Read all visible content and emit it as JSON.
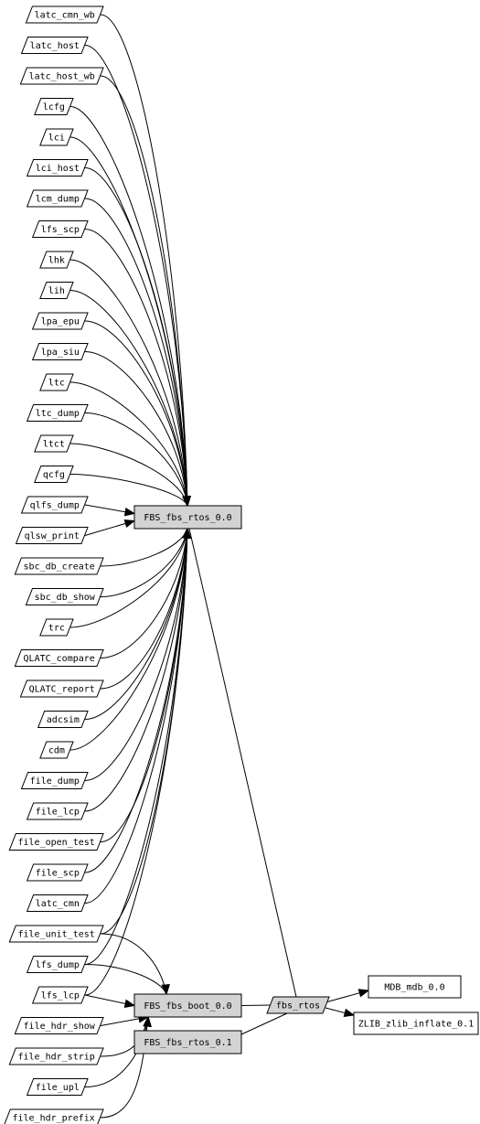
{
  "diagram": {
    "packages": [
      {
        "id": "latc_cmn_wb",
        "label": "latc_cmn_wb",
        "target": "rtos"
      },
      {
        "id": "latc_host",
        "label": "latc_host",
        "target": "rtos"
      },
      {
        "id": "latc_host_wb",
        "label": "latc_host_wb",
        "target": "rtos"
      },
      {
        "id": "lcfg",
        "label": "lcfg",
        "target": "rtos"
      },
      {
        "id": "lci",
        "label": "lci",
        "target": "rtos"
      },
      {
        "id": "lci_host",
        "label": "lci_host",
        "target": "rtos"
      },
      {
        "id": "lcm_dump",
        "label": "lcm_dump",
        "target": "rtos"
      },
      {
        "id": "lfs_scp",
        "label": "lfs_scp",
        "target": "rtos"
      },
      {
        "id": "lhk",
        "label": "lhk",
        "target": "rtos"
      },
      {
        "id": "lih",
        "label": "lih",
        "target": "rtos"
      },
      {
        "id": "lpa_epu",
        "label": "lpa_epu",
        "target": "rtos"
      },
      {
        "id": "lpa_siu",
        "label": "lpa_siu",
        "target": "rtos"
      },
      {
        "id": "ltc",
        "label": "ltc",
        "target": "rtos"
      },
      {
        "id": "ltc_dump",
        "label": "ltc_dump",
        "target": "rtos"
      },
      {
        "id": "ltct",
        "label": "ltct",
        "target": "rtos"
      },
      {
        "id": "qcfg",
        "label": "qcfg",
        "target": "rtos"
      },
      {
        "id": "qlfs_dump",
        "label": "qlfs_dump",
        "target": "rtos"
      },
      {
        "id": "qlsw_print",
        "label": "qlsw_print",
        "target": "rtos"
      },
      {
        "id": "sbc_db_create",
        "label": "sbc_db_create",
        "target": "rtos"
      },
      {
        "id": "sbc_db_show",
        "label": "sbc_db_show",
        "target": "rtos"
      },
      {
        "id": "trc",
        "label": "trc",
        "target": "rtos"
      },
      {
        "id": "QLATC_compare",
        "label": "QLATC_compare",
        "target": "rtos"
      },
      {
        "id": "QLATC_report",
        "label": "QLATC_report",
        "target": "rtos"
      },
      {
        "id": "adcsim",
        "label": "adcsim",
        "target": "rtos"
      },
      {
        "id": "cdm",
        "label": "cdm",
        "target": "rtos"
      },
      {
        "id": "file_dump",
        "label": "file_dump",
        "target": "rtos"
      },
      {
        "id": "file_lcp",
        "label": "file_lcp",
        "target": "rtos"
      },
      {
        "id": "file_open_test",
        "label": "file_open_test",
        "target": "rtos"
      },
      {
        "id": "file_scp",
        "label": "file_scp",
        "target": "rtos"
      },
      {
        "id": "latc_cmn",
        "label": "latc_cmn",
        "target": "rtos"
      },
      {
        "id": "file_unit_test",
        "label": "file_unit_test",
        "target": "both"
      },
      {
        "id": "lfs_dump",
        "label": "lfs_dump",
        "target": "both"
      },
      {
        "id": "lfs_lcp",
        "label": "lfs_lcp",
        "target": "both"
      },
      {
        "id": "file_hdr_show",
        "label": "file_hdr_show",
        "target": "boot"
      },
      {
        "id": "file_hdr_strip",
        "label": "file_hdr_strip",
        "target": "boot"
      },
      {
        "id": "file_upl",
        "label": "file_upl",
        "target": "boot"
      },
      {
        "id": "file_hdr_prefix",
        "label": "file_hdr_prefix",
        "target": "boot"
      }
    ],
    "constituents": {
      "rtos": {
        "label": "FBS_fbs_rtos_0.0"
      },
      "boot": {
        "label": "FBS_fbs_boot_0.0"
      },
      "rtos01": {
        "label": "FBS_fbs_rtos_0.1"
      }
    },
    "package_node": {
      "label": "fbs_rtos"
    },
    "dependencies": [
      {
        "id": "mdb",
        "label": "MDB_mdb_0.0"
      },
      {
        "id": "zlib",
        "label": "ZLIB_zlib_inflate_0.1"
      }
    ],
    "colors": {
      "constituent_fill": "#d3d3d3",
      "package_fill": "#d3d3d3",
      "line": "#000000"
    }
  }
}
